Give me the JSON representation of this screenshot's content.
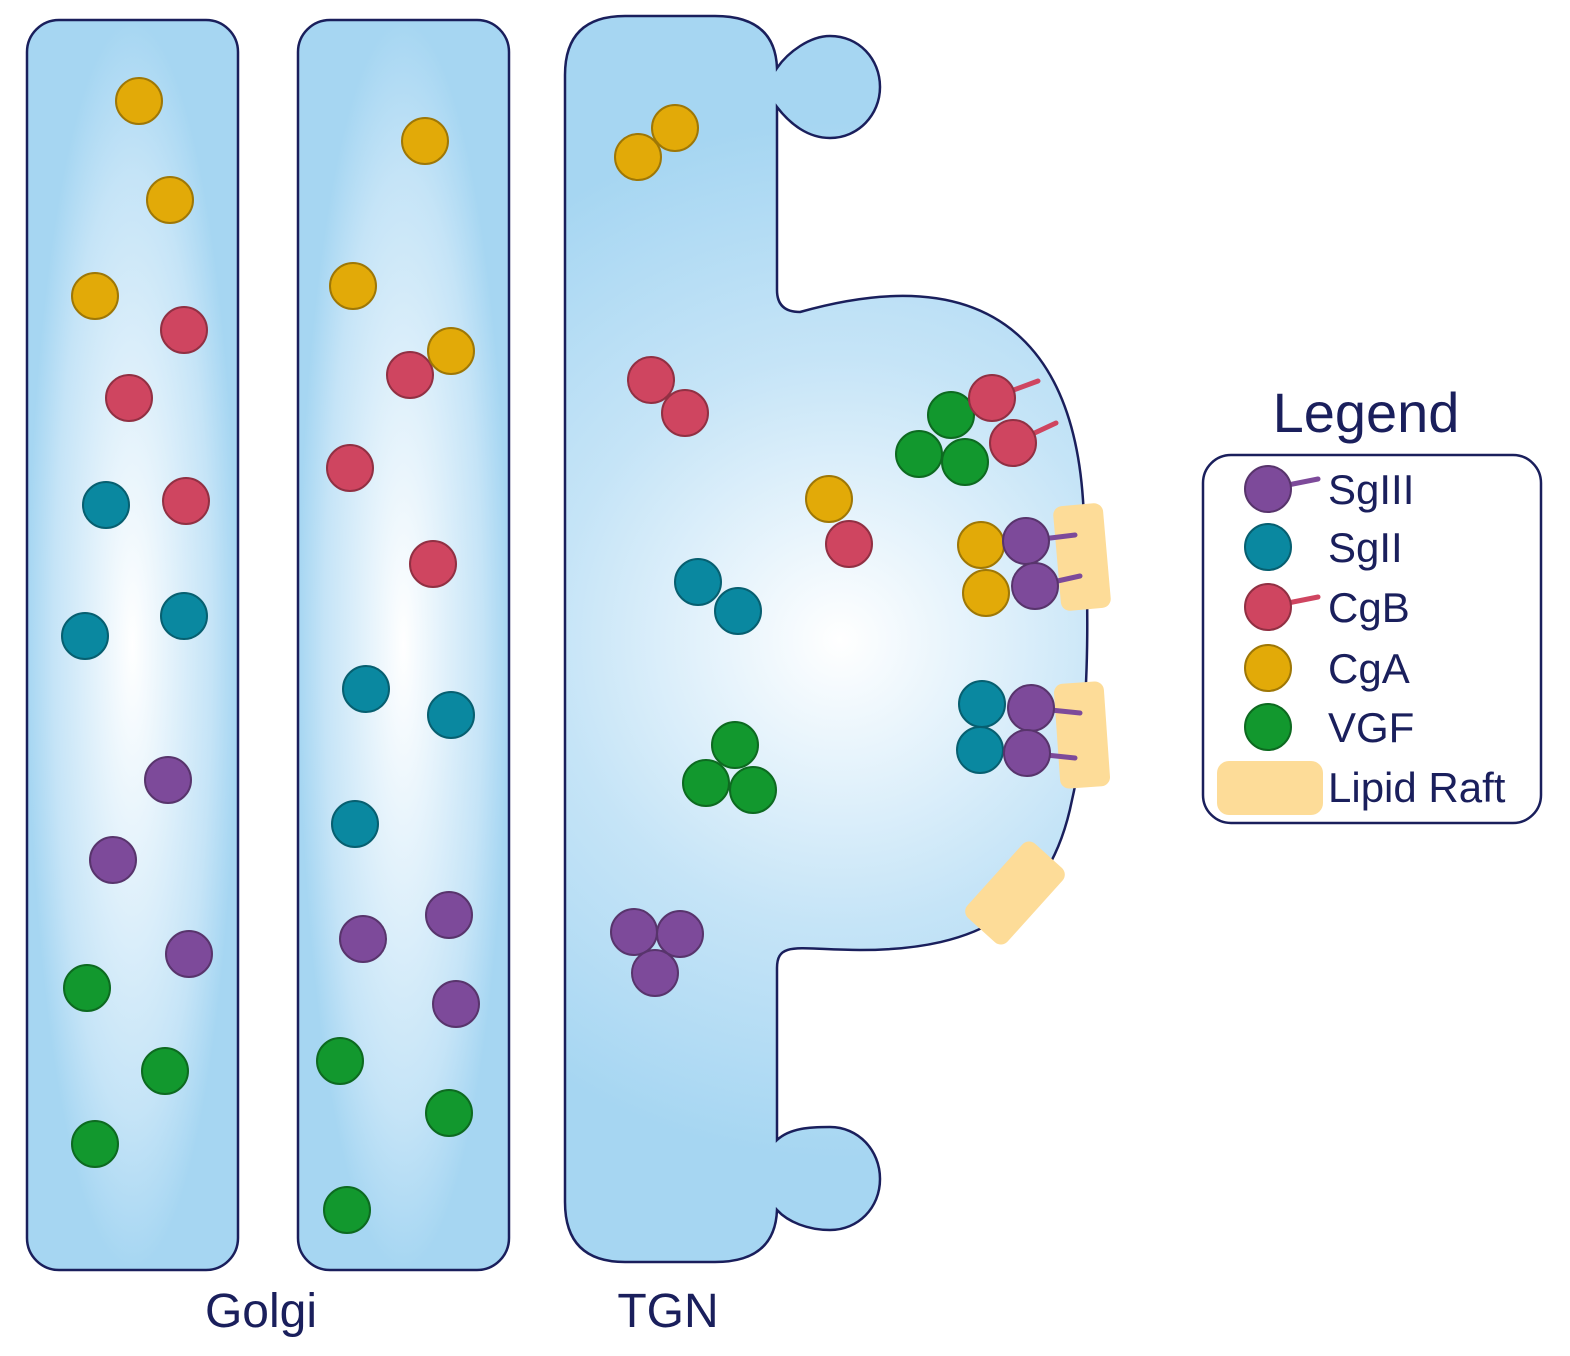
{
  "colors": {
    "SgIII": "#7d4a9a",
    "SgII": "#0a88a0",
    "CgB": "#cf4560",
    "CgA": "#e2aa08",
    "VGF": "#12982e",
    "lipid_raft": "#fddc98",
    "compartment_fill": "#a6d6f2",
    "compartment_stroke": "#1a1f5c",
    "text": "#1a1f5c"
  },
  "labels": {
    "golgi": "Golgi",
    "tgn": "TGN"
  },
  "legend": {
    "title": "Legend",
    "items": [
      {
        "key": "SgIII",
        "label": "SgIII",
        "icon": "circle-with-tail"
      },
      {
        "key": "SgII",
        "label": "SgII",
        "icon": "circle"
      },
      {
        "key": "CgB",
        "label": "CgB",
        "icon": "circle-with-tail"
      },
      {
        "key": "CgA",
        "label": "CgA",
        "icon": "circle"
      },
      {
        "key": "VGF",
        "label": "VGF",
        "icon": "circle"
      },
      {
        "key": "lipid_raft",
        "label": "Lipid Raft",
        "icon": "rounded-rect"
      }
    ]
  }
}
